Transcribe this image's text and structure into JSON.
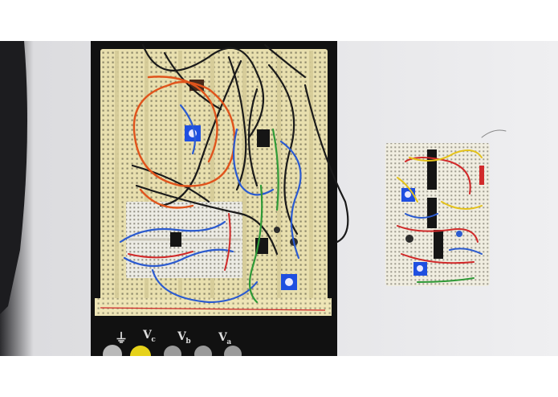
{
  "scene": {
    "subject": "breadboard-circuits",
    "colors": {
      "background": "#ffffff",
      "table": "#e9e9ec",
      "board_base": "#111111",
      "breadboard": "#e8dfae",
      "small_board": "#f0ede0",
      "wire_orange": "#e0541c",
      "wire_black": "#1a1a1a",
      "wire_blue": "#2b5bd0",
      "wire_green": "#2f9a37",
      "wire_red": "#d12a2a",
      "wire_yellow": "#e4c21a",
      "potentiometer": "#1f4fe0",
      "knob_yellow": "#e6d21a",
      "terminal_gray": "#9a9a9a"
    }
  },
  "power_labels": {
    "ground": "⏚",
    "vc_main": "V",
    "vc_sub": "c",
    "vb_main": "V",
    "vb_sub": "b",
    "va_main": "V",
    "va_sub": "a"
  }
}
